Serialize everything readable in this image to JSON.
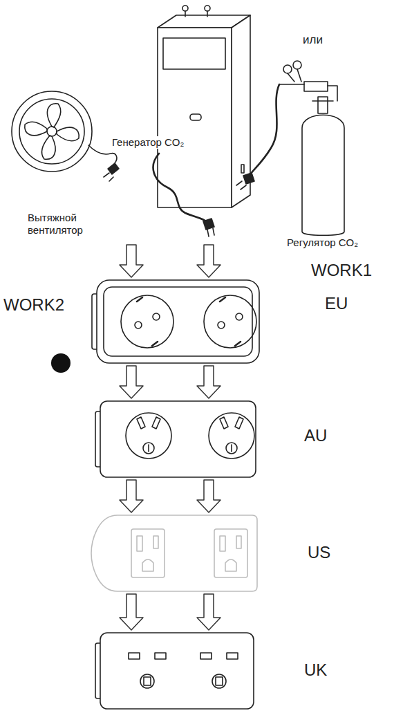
{
  "diagram": {
    "nodes": [
      {
        "text": [
          "Генератор CO₂"
        ]
      },
      {
        "text": [
          "Вытяжной вентилятор"
        ]
      },
      {
        "text": [
          "Регулятор CO₂"
        ]
      },
      {
        "text": [
          "WORK2",
          "WORK1",
          "EU"
        ]
      },
      {
        "text": [
          "AU"
        ]
      },
      {
        "text": [
          "US"
        ]
      },
      {
        "text": [
          "UK"
        ]
      }
    ],
    "edges": [
      {
        "from": 1,
        "to": 3,
        "arrow": "to"
      },
      {
        "from": 0,
        "to": 3,
        "arrow": "to"
      },
      {
        "from": 3,
        "to": 4,
        "arrow": "to"
      },
      {
        "from": 3,
        "to": 4,
        "arrow": "to"
      },
      {
        "from": 4,
        "to": 5,
        "arrow": "to"
      },
      {
        "from": 4,
        "to": 5,
        "arrow": "to"
      },
      {
        "from": 5,
        "to": 6,
        "arrow": "to"
      },
      {
        "from": 5,
        "to": 6,
        "arrow": "to"
      }
    ],
    "labels": [
      "или"
    ]
  }
}
